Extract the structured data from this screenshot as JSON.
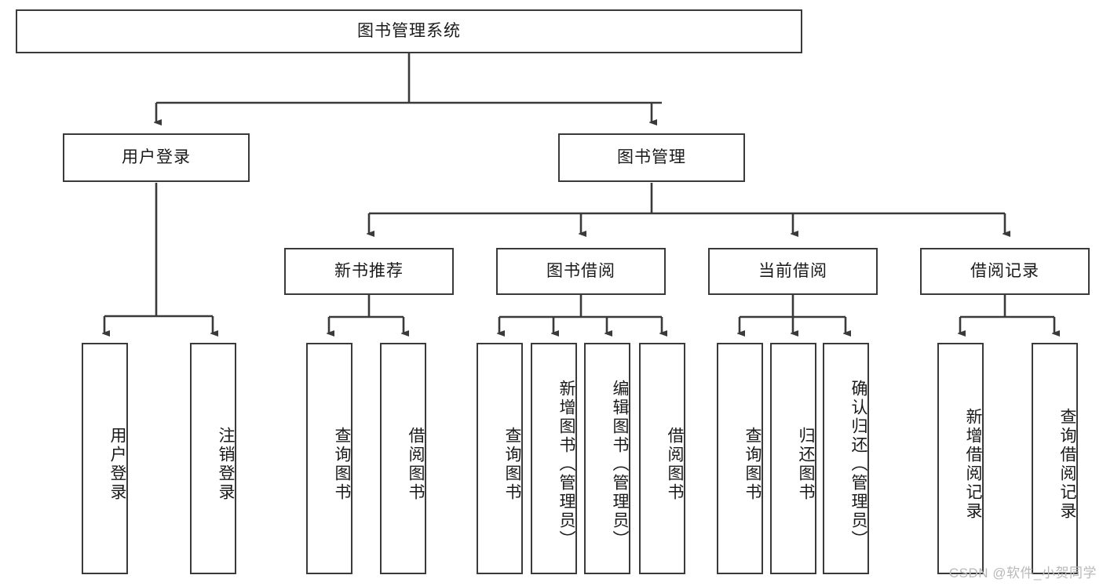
{
  "diagram": {
    "title": "图书管理系统",
    "type": "tree-hierarchy",
    "root": {
      "id": "root",
      "label": "图书管理系统"
    },
    "level2": [
      {
        "id": "user-login",
        "label": "用户登录"
      },
      {
        "id": "book-manage",
        "label": "图书管理"
      }
    ],
    "level3": [
      {
        "id": "new-book-rec",
        "label": "新书推荐",
        "parent": "book-manage"
      },
      {
        "id": "book-borrow",
        "label": "图书借阅",
        "parent": "book-manage"
      },
      {
        "id": "current-borrow",
        "label": "当前借阅",
        "parent": "book-manage"
      },
      {
        "id": "borrow-record",
        "label": "借阅记录",
        "parent": "book-manage"
      }
    ],
    "leaves": [
      {
        "id": "leaf-user-login",
        "label": "用户登录",
        "parent": "user-login"
      },
      {
        "id": "leaf-user-logout",
        "label": "注销登录",
        "parent": "user-login"
      },
      {
        "id": "leaf-query-book-1",
        "label": "查询图书",
        "parent": "new-book-rec"
      },
      {
        "id": "leaf-borrow-book-1",
        "label": "借阅图书",
        "parent": "new-book-rec"
      },
      {
        "id": "leaf-query-book-2",
        "label": "查询图书",
        "parent": "book-borrow"
      },
      {
        "id": "leaf-add-book",
        "label": "新增图书（管理员）",
        "parent": "book-borrow"
      },
      {
        "id": "leaf-edit-book",
        "label": "编辑图书（管理员）",
        "parent": "book-borrow"
      },
      {
        "id": "leaf-borrow-book-2",
        "label": "借阅图书",
        "parent": "book-borrow"
      },
      {
        "id": "leaf-query-book-3",
        "label": "查询图书",
        "parent": "current-borrow"
      },
      {
        "id": "leaf-return-book",
        "label": "归还图书",
        "parent": "current-borrow"
      },
      {
        "id": "leaf-confirm-return",
        "label": "确认归还（管理员）",
        "parent": "current-borrow"
      },
      {
        "id": "leaf-add-record",
        "label": "新增借阅记录",
        "parent": "borrow-record"
      },
      {
        "id": "leaf-query-record",
        "label": "查询借阅记录",
        "parent": "borrow-record"
      }
    ],
    "colors": {
      "border": "#3a3a3a",
      "background": "#ffffff",
      "text": "#1a1a1a",
      "connector": "#3a3a3a",
      "watermark": "#b9b9b9"
    }
  },
  "watermark": {
    "text": "CSDN @软件_小贺同学"
  }
}
